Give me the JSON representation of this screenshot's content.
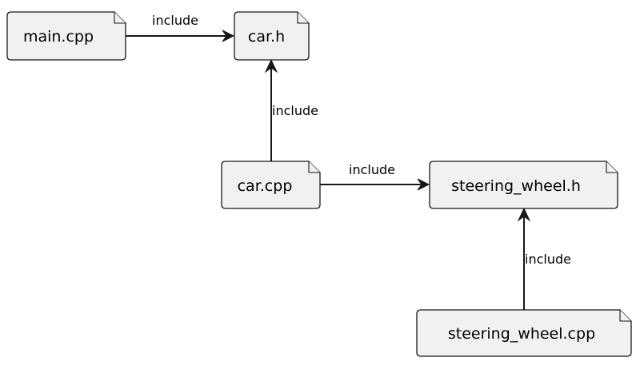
{
  "nodes": [
    {
      "id": "main_cpp",
      "label": "main.cpp"
    },
    {
      "id": "car_h",
      "label": "car.h"
    },
    {
      "id": "car_cpp",
      "label": "car.cpp"
    },
    {
      "id": "steering_wheel_h",
      "label": "steering_wheel.h"
    },
    {
      "id": "steering_wheel_cpp",
      "label": "steering_wheel.cpp"
    }
  ],
  "edges": [
    {
      "from": "main_cpp",
      "to": "car_h",
      "label": "include"
    },
    {
      "from": "car_cpp",
      "to": "car_h",
      "label": "include"
    },
    {
      "from": "car_cpp",
      "to": "steering_wheel_h",
      "label": "include"
    },
    {
      "from": "steering_wheel_cpp",
      "to": "steering_wheel_h",
      "label": "include"
    }
  ]
}
